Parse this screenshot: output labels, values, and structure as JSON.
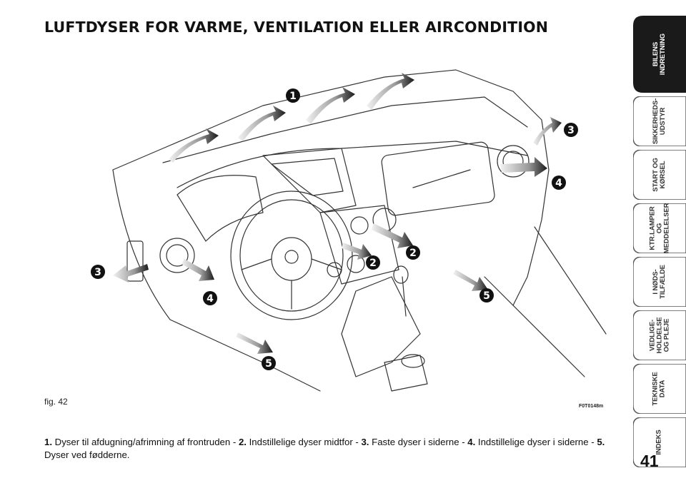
{
  "title": "LUFTDYSER FOR VARME, VENTILATION ELLER AIRCONDITION",
  "figure": {
    "label": "fig. 42",
    "code": "F0T0148m",
    "callouts": [
      {
        "id": "c1a",
        "text": "1"
      },
      {
        "id": "c3r",
        "text": "3"
      },
      {
        "id": "c4r",
        "text": "4"
      },
      {
        "id": "c2a",
        "text": "2"
      },
      {
        "id": "c2b",
        "text": "2"
      },
      {
        "id": "c3l",
        "text": "3"
      },
      {
        "id": "c4l",
        "text": "4"
      },
      {
        "id": "c5r",
        "text": "5"
      },
      {
        "id": "c5l",
        "text": "5"
      }
    ]
  },
  "caption": {
    "items": [
      {
        "num": "1.",
        "text": " Dyser til afdugning/afrimning af frontruden - "
      },
      {
        "num": "2.",
        "text": " Indstillelige dyser midtfor - "
      },
      {
        "num": "3.",
        "text": " Faste dyser i siderne - "
      },
      {
        "num": "4.",
        "text": " Indstillelige dyser i siderne - "
      },
      {
        "num": "5.",
        "text": " Dyser ved fødderne."
      }
    ]
  },
  "tabs": [
    {
      "label": "BILENS\nINDRETNING",
      "active": true
    },
    {
      "label": "SIKKERHEDS-\nUDSTYR",
      "active": false
    },
    {
      "label": "START OG\nKØRSEL",
      "active": false
    },
    {
      "label": "KTR.LAMPER\nOG\nMEDDELELSER",
      "active": false
    },
    {
      "label": "I NØDS-\nTILFÆLDE",
      "active": false
    },
    {
      "label": "VEDLIGE-\nHOLDELSE\nOG PLEJE",
      "active": false
    },
    {
      "label": "TEKNISKE\nDATA",
      "active": false
    },
    {
      "label": "INDEKS",
      "active": false
    }
  ],
  "page_number": "41",
  "colors": {
    "tab_active": "#1a1a1a",
    "tab_inactive": "#ffffff",
    "tab_border": "#555555",
    "callout": "#111111"
  }
}
